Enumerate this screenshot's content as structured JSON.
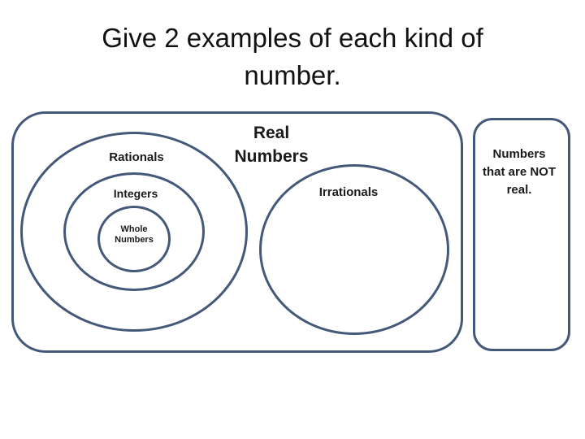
{
  "slide": {
    "title": {
      "line1": "Give 2 examples of each kind of",
      "line2": "number."
    }
  },
  "diagram": {
    "real_numbers": {
      "label_line1": "Real",
      "label_line2": "Numbers"
    },
    "rationals": {
      "label": "Rationals"
    },
    "integers": {
      "label": "Integers"
    },
    "whole_numbers": {
      "label_line1": "Whole",
      "label_line2": "Numbers"
    },
    "irrationals": {
      "label": "Irrationals"
    },
    "not_real": {
      "label_line1": "Numbers",
      "label_line2": "that are NOT",
      "label_line3": "real."
    }
  },
  "colors": {
    "shape_outline": "#44597a",
    "text": "#1a1a1a",
    "background": "#ffffff"
  }
}
